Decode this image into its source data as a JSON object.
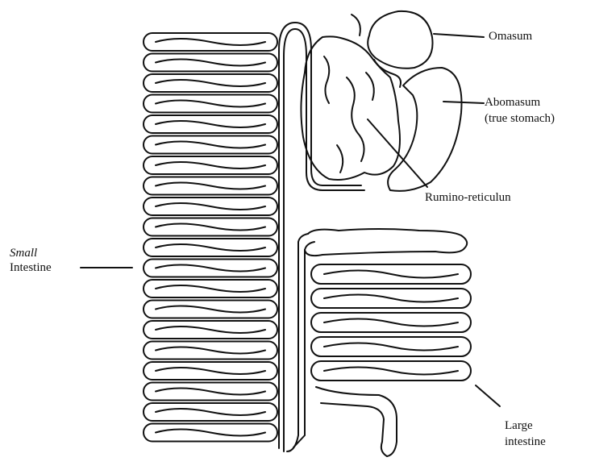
{
  "labels": {
    "omasum": "Omasum",
    "abomasum": "Abomasum",
    "abomasum_note": "(true stomach)",
    "rumino_reticulum": "Rumino-reticulun",
    "small_intestine_line1": "Small",
    "small_intestine_line2": "Intestine",
    "large_intestine_line1": "Large",
    "large_intestine_line2": "intestine"
  },
  "colors": {
    "ink": "#111111",
    "background": "#ffffff"
  }
}
